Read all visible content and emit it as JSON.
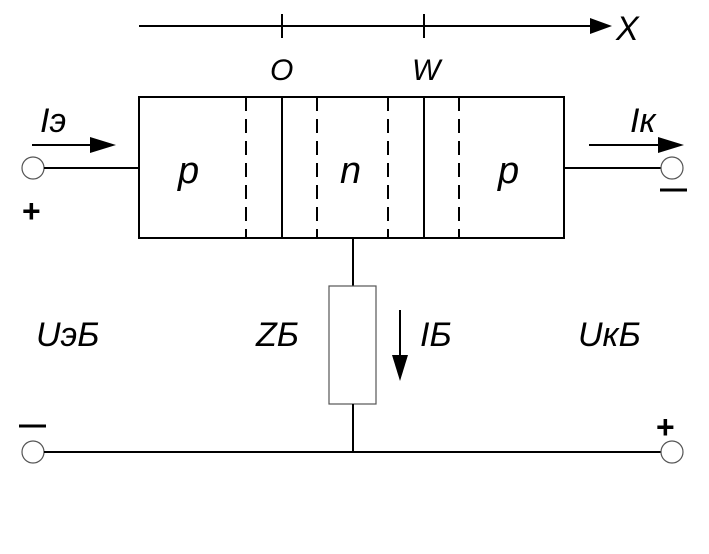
{
  "diagram": {
    "axis": {
      "label": "X",
      "ticks": [
        "O",
        "W"
      ]
    },
    "regions": [
      "p",
      "n",
      "p"
    ],
    "currents": {
      "emitter": "Iэ",
      "collector": "Iк",
      "base": "IБ"
    },
    "impedance": "ZБ",
    "voltages": {
      "emitter_base": "UэБ",
      "collector_base": "UкБ"
    },
    "terminals": {
      "emitter_sign": "+",
      "collector_sign": "−",
      "bottom_left_sign": "−",
      "bottom_right_sign": "+"
    }
  }
}
